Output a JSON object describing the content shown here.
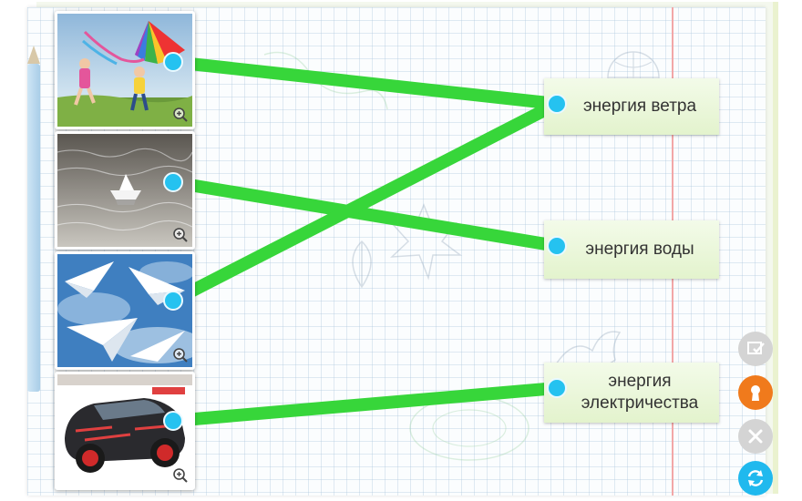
{
  "pictures": [
    {
      "id": "kite",
      "description_icon": "kite-photo"
    },
    {
      "id": "paper-boat",
      "description_icon": "paper-boat-photo"
    },
    {
      "id": "paper-planes",
      "description_icon": "paper-planes-photo"
    },
    {
      "id": "toy-car",
      "description_icon": "toy-car-photo"
    }
  ],
  "labels": {
    "wind": "энергия ветра",
    "water": "энергия воды",
    "electricity_line1": "энергия",
    "electricity_line2": "электричества"
  },
  "connections": [
    {
      "from": "kite",
      "to": "wind"
    },
    {
      "from": "paper-boat",
      "to": "water"
    },
    {
      "from": "paper-planes",
      "to": "wind"
    },
    {
      "from": "toy-car",
      "to": "electricity"
    }
  ],
  "colors": {
    "connector": "#37d63a",
    "dot": "#25c2f0",
    "reset_button": "#f07a1c",
    "check_button": "#d0d0d0",
    "refresh_button": "#20b9ee"
  },
  "icons": {
    "zoom": "zoom-in-icon",
    "check": "check-icon",
    "hint": "keyhole-icon",
    "close": "close-icon",
    "refresh": "refresh-icon"
  }
}
